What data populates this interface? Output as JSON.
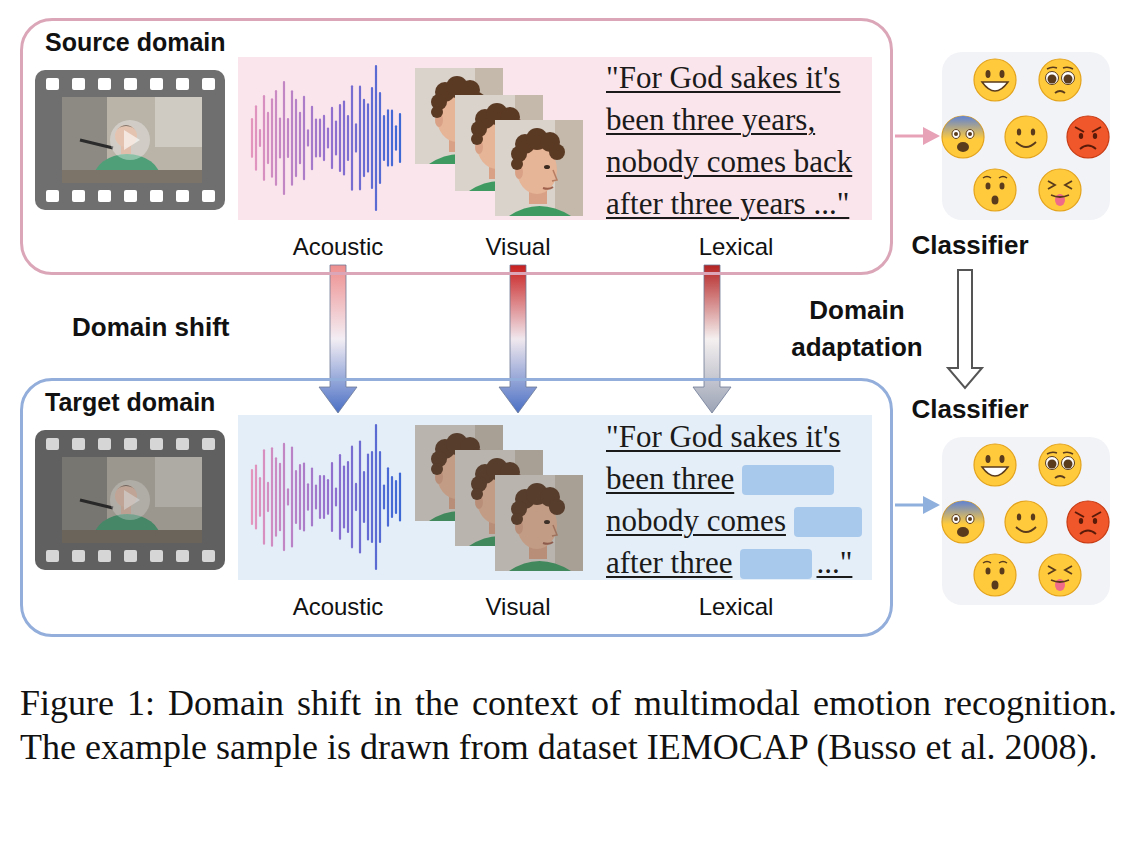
{
  "diagram": {
    "caption": "Figure 1: Domain shift in the context of multimodal emotion recognition. The example sample is drawn from dataset IEMOCAP (Busso et al. 2008).",
    "nodes": [
      {
        "text": [
          "Source domain"
        ]
      },
      {
        "text": [
          "Acoustic"
        ],
        "in": 0
      },
      {
        "text": [
          "Visual"
        ],
        "in": 0
      },
      {
        "text": [
          "\"For God sakes it's been three years, nobody comes back after three years ...\"",
          "Lexical"
        ],
        "in": 0
      },
      {
        "text": [
          "Classifier"
        ]
      },
      {
        "text": [
          "Target domain"
        ]
      },
      {
        "text": [
          "Acoustic"
        ],
        "in": 5
      },
      {
        "text": [
          "Visual"
        ],
        "in": 5
      },
      {
        "text": [
          "\"For God sakes it's been three",
          "nobody comes",
          "after three",
          "...\"",
          "Lexical"
        ],
        "in": 5
      },
      {
        "text": [
          "Classifier"
        ]
      }
    ],
    "edges": [
      {
        "from": 1,
        "to": 6,
        "arrow": "to"
      },
      {
        "from": 2,
        "to": 7,
        "arrow": "to"
      },
      {
        "from": 3,
        "to": 8,
        "arrow": "to"
      },
      {
        "from": 0,
        "to": 4,
        "arrow": "to"
      },
      {
        "from": 5,
        "to": 9,
        "arrow": "to"
      },
      {
        "from": 4,
        "to": 9,
        "arrow": "to",
        "label": "Domain adaptation"
      }
    ],
    "labels": [
      "Domain shift"
    ]
  }
}
